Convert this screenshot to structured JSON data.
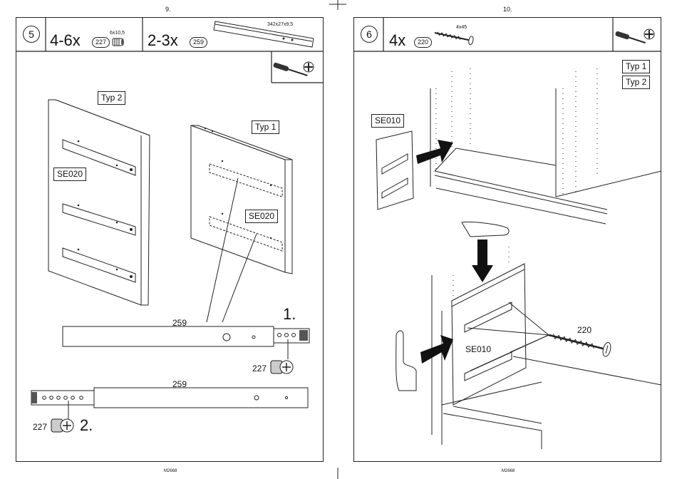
{
  "pages": [
    {
      "page_number": "9.",
      "step": "5",
      "parts": [
        {
          "qty": "4-6x",
          "id": "227",
          "spec": "6x10,5"
        },
        {
          "qty": "2-3x",
          "id": "259",
          "spec": "342x27x9,5"
        }
      ],
      "labels": {
        "typ2": "Typ 2",
        "typ1": "Typ 1",
        "se020_left": "SE020",
        "se020_right": "SE020",
        "rail_1": "259",
        "rail_2": "259",
        "screw_1": "227",
        "screw_2": "227",
        "order_1": "1.",
        "order_2": "2."
      },
      "footer": "M2668"
    },
    {
      "page_number": "10.",
      "step": "6",
      "parts": [
        {
          "qty": "4x",
          "id": "220",
          "spec": "4x45"
        }
      ],
      "labels": {
        "typ1": "Typ 1",
        "typ2": "Typ 2",
        "se010_top": "SE010",
        "se010_bottom": "SE010",
        "screw": "220"
      },
      "footer": "M2668"
    }
  ],
  "icons": [
    "screwdriver-icon",
    "phillips-head-icon",
    "pointing-hand-icon",
    "arrow-icon"
  ]
}
